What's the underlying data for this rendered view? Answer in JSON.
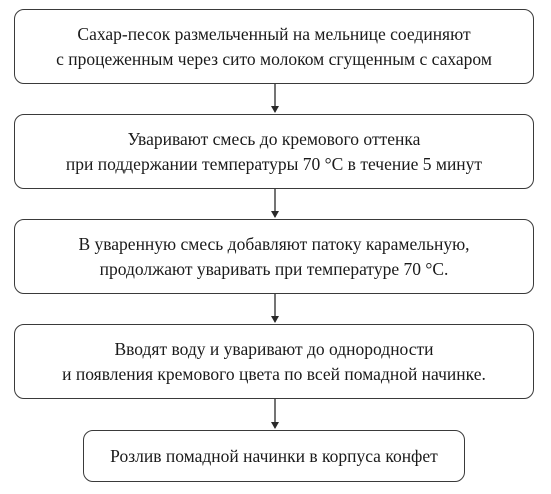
{
  "flowchart": {
    "steps": [
      {
        "lines": [
          "Сахар-песок размельченный на мельнице соединяют",
          "с процеженным через сито молоком сгущенным с сахаром"
        ]
      },
      {
        "lines": [
          "Уваривают смесь до кремового оттенка",
          "при поддержании температуры 70 °С в течение 5 минут"
        ]
      },
      {
        "lines": [
          "В уваренную смесь добавляют патоку карамельную,",
          "продолжают уваривать при температуре 70 °С."
        ]
      },
      {
        "lines": [
          "Вводят воду и уваривают до однородности",
          "и появления кремового цвета по всей помадной начинке."
        ]
      },
      {
        "lines": [
          "Розлив помадной начинки в корпуса конфет"
        ]
      }
    ]
  }
}
